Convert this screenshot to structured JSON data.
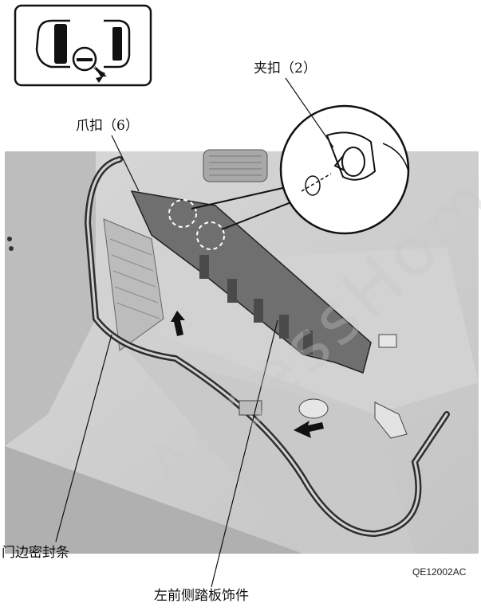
{
  "labels": {
    "clip": "夹扣（2）",
    "claw": "爪扣（6）",
    "seal": "门边密封条",
    "trim": "左前侧踏板饰件"
  },
  "figure_code": "QE12002AC",
  "watermark": "AccessHome"
}
